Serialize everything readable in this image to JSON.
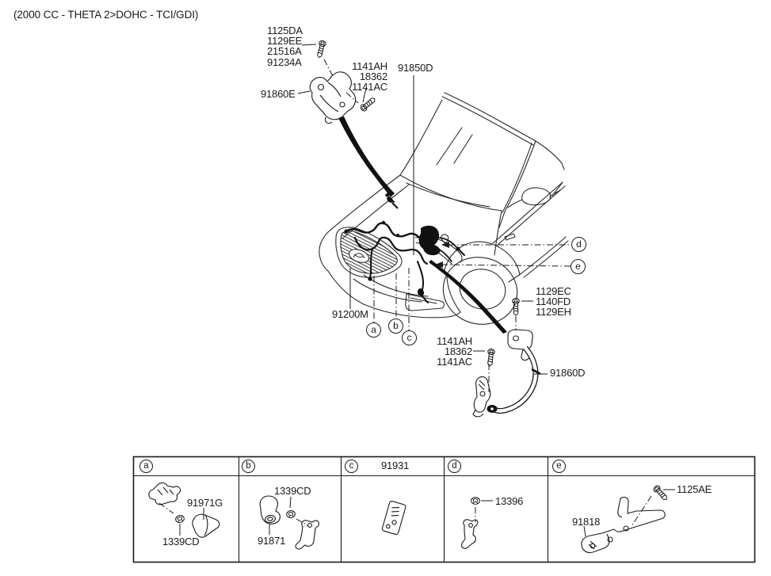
{
  "background": "#ffffff",
  "ink": "#1a1a1a",
  "title": "(2000 CC - THETA 2>DOHC - TCI/GDI)",
  "diagram": {
    "fastener_group_top": {
      "l1": "1125DA",
      "l2": "1129EE",
      "l3": "21516A",
      "l4": "91234A"
    },
    "bracket_label": "91860E",
    "bolt_group_top": {
      "l1": "1141AH",
      "l2": "18362",
      "l3": "1141AC"
    },
    "engine_harness_label": "91850D",
    "front_harness_label": "91200M",
    "bolt_group_mid": {
      "l1": "1129EC",
      "l2": "1140FD",
      "l3": "1129EH"
    },
    "bolt_group_bottom": {
      "l1": "1141AH",
      "l2": "18362",
      "l3": "1141AC"
    },
    "battery_cable_label": "91860D",
    "callouts": {
      "a": "a",
      "b": "b",
      "c": "c",
      "d": "d",
      "e": "e"
    }
  },
  "table": {
    "cell_a": {
      "letter": "a",
      "part1": "91971G",
      "part2": "1339CD"
    },
    "cell_b": {
      "letter": "b",
      "part1": "1339CD",
      "part2": "91871"
    },
    "cell_c": {
      "letter": "c",
      "header_part": "91931"
    },
    "cell_d": {
      "letter": "d",
      "part1": "13396"
    },
    "cell_e": {
      "letter": "e",
      "part1": "1125AE",
      "part2": "91818"
    }
  }
}
